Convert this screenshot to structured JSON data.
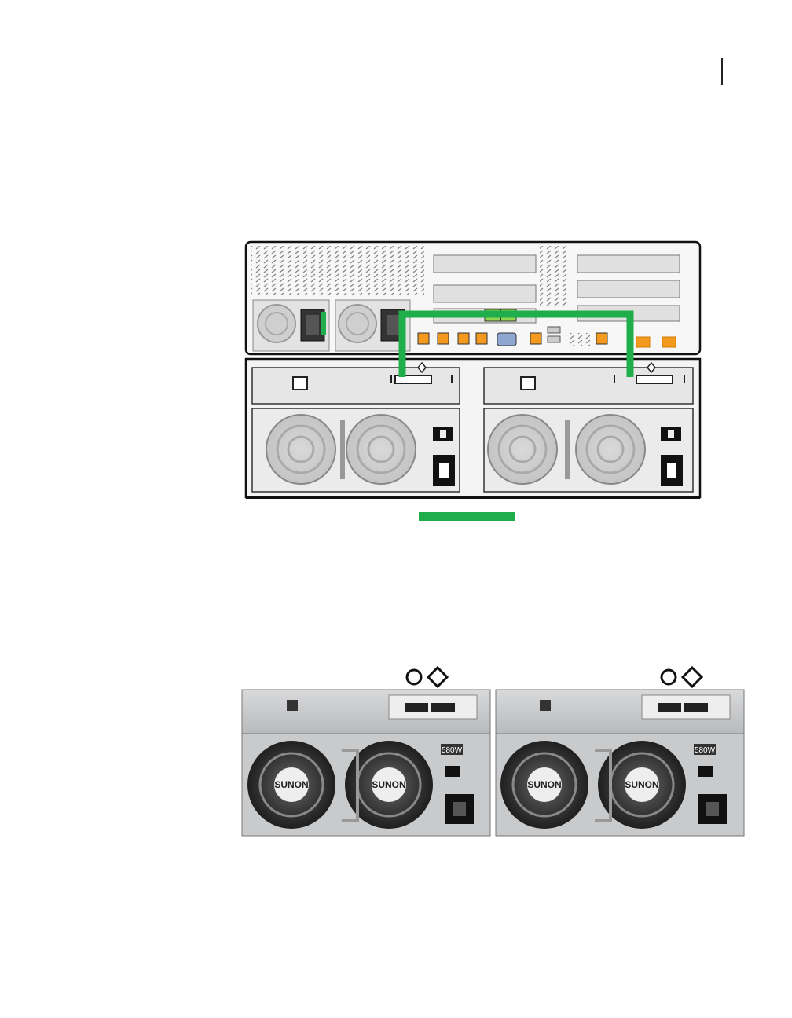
{
  "page": {
    "background": "#ffffff",
    "rule_color": "#222222"
  },
  "colors": {
    "cable": "#1fae4b",
    "sas_port": "#f39a1e",
    "vga_port": "#8ea7d0",
    "chassis_outline": "#111111",
    "photo_panel": "#c9cacc"
  },
  "top_diagram": {
    "icons": [
      "server-chassis",
      "psu-fan-icon",
      "vga-port-icon",
      "rj45-port-icon",
      "sas-port-icon",
      "fan-grille-icon",
      "power-switch-icon",
      "power-inlet-icon"
    ]
  },
  "bottom_photo": {
    "psu_label": "580W",
    "fan_brand": "SUNON",
    "markers": [
      "circle-marker-icon",
      "diamond-marker-icon"
    ]
  }
}
